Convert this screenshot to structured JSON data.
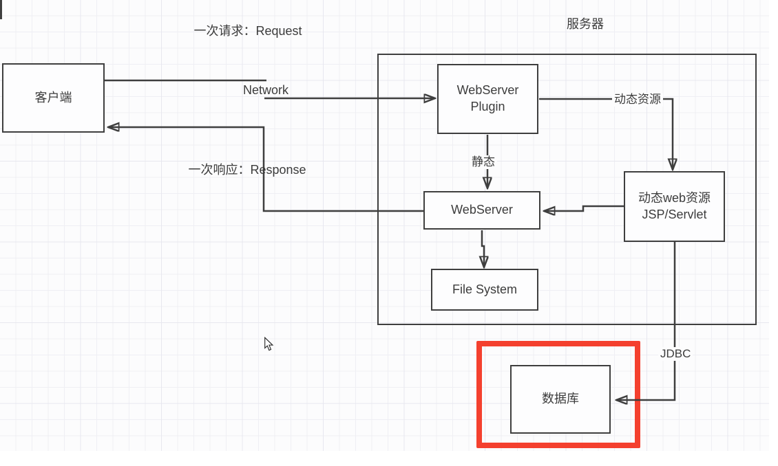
{
  "diagram": {
    "annotations": {
      "request": "一次请求：Request",
      "server_title": "服务器",
      "network": "Network",
      "response": "一次响应：Response",
      "static_label": "静态",
      "dynamic_label": "动态资源",
      "jdbc_label": "JDBC"
    },
    "nodes": {
      "client": {
        "label": "客户端"
      },
      "plugin": {
        "line1": "WebServer",
        "line2": "Plugin"
      },
      "webserver": {
        "label": "WebServer"
      },
      "jsp": {
        "line1": "动态web资源",
        "line2": "JSP/Servlet"
      },
      "filesystem": {
        "label": "File System"
      },
      "database": {
        "label": "数据库"
      }
    },
    "colors": {
      "stroke": "#3e3e3e",
      "text": "#3c3c3c",
      "highlight_red": "#f4402e",
      "grid_line": "#efeff4",
      "canvas_background": "#fcfcfd"
    }
  }
}
